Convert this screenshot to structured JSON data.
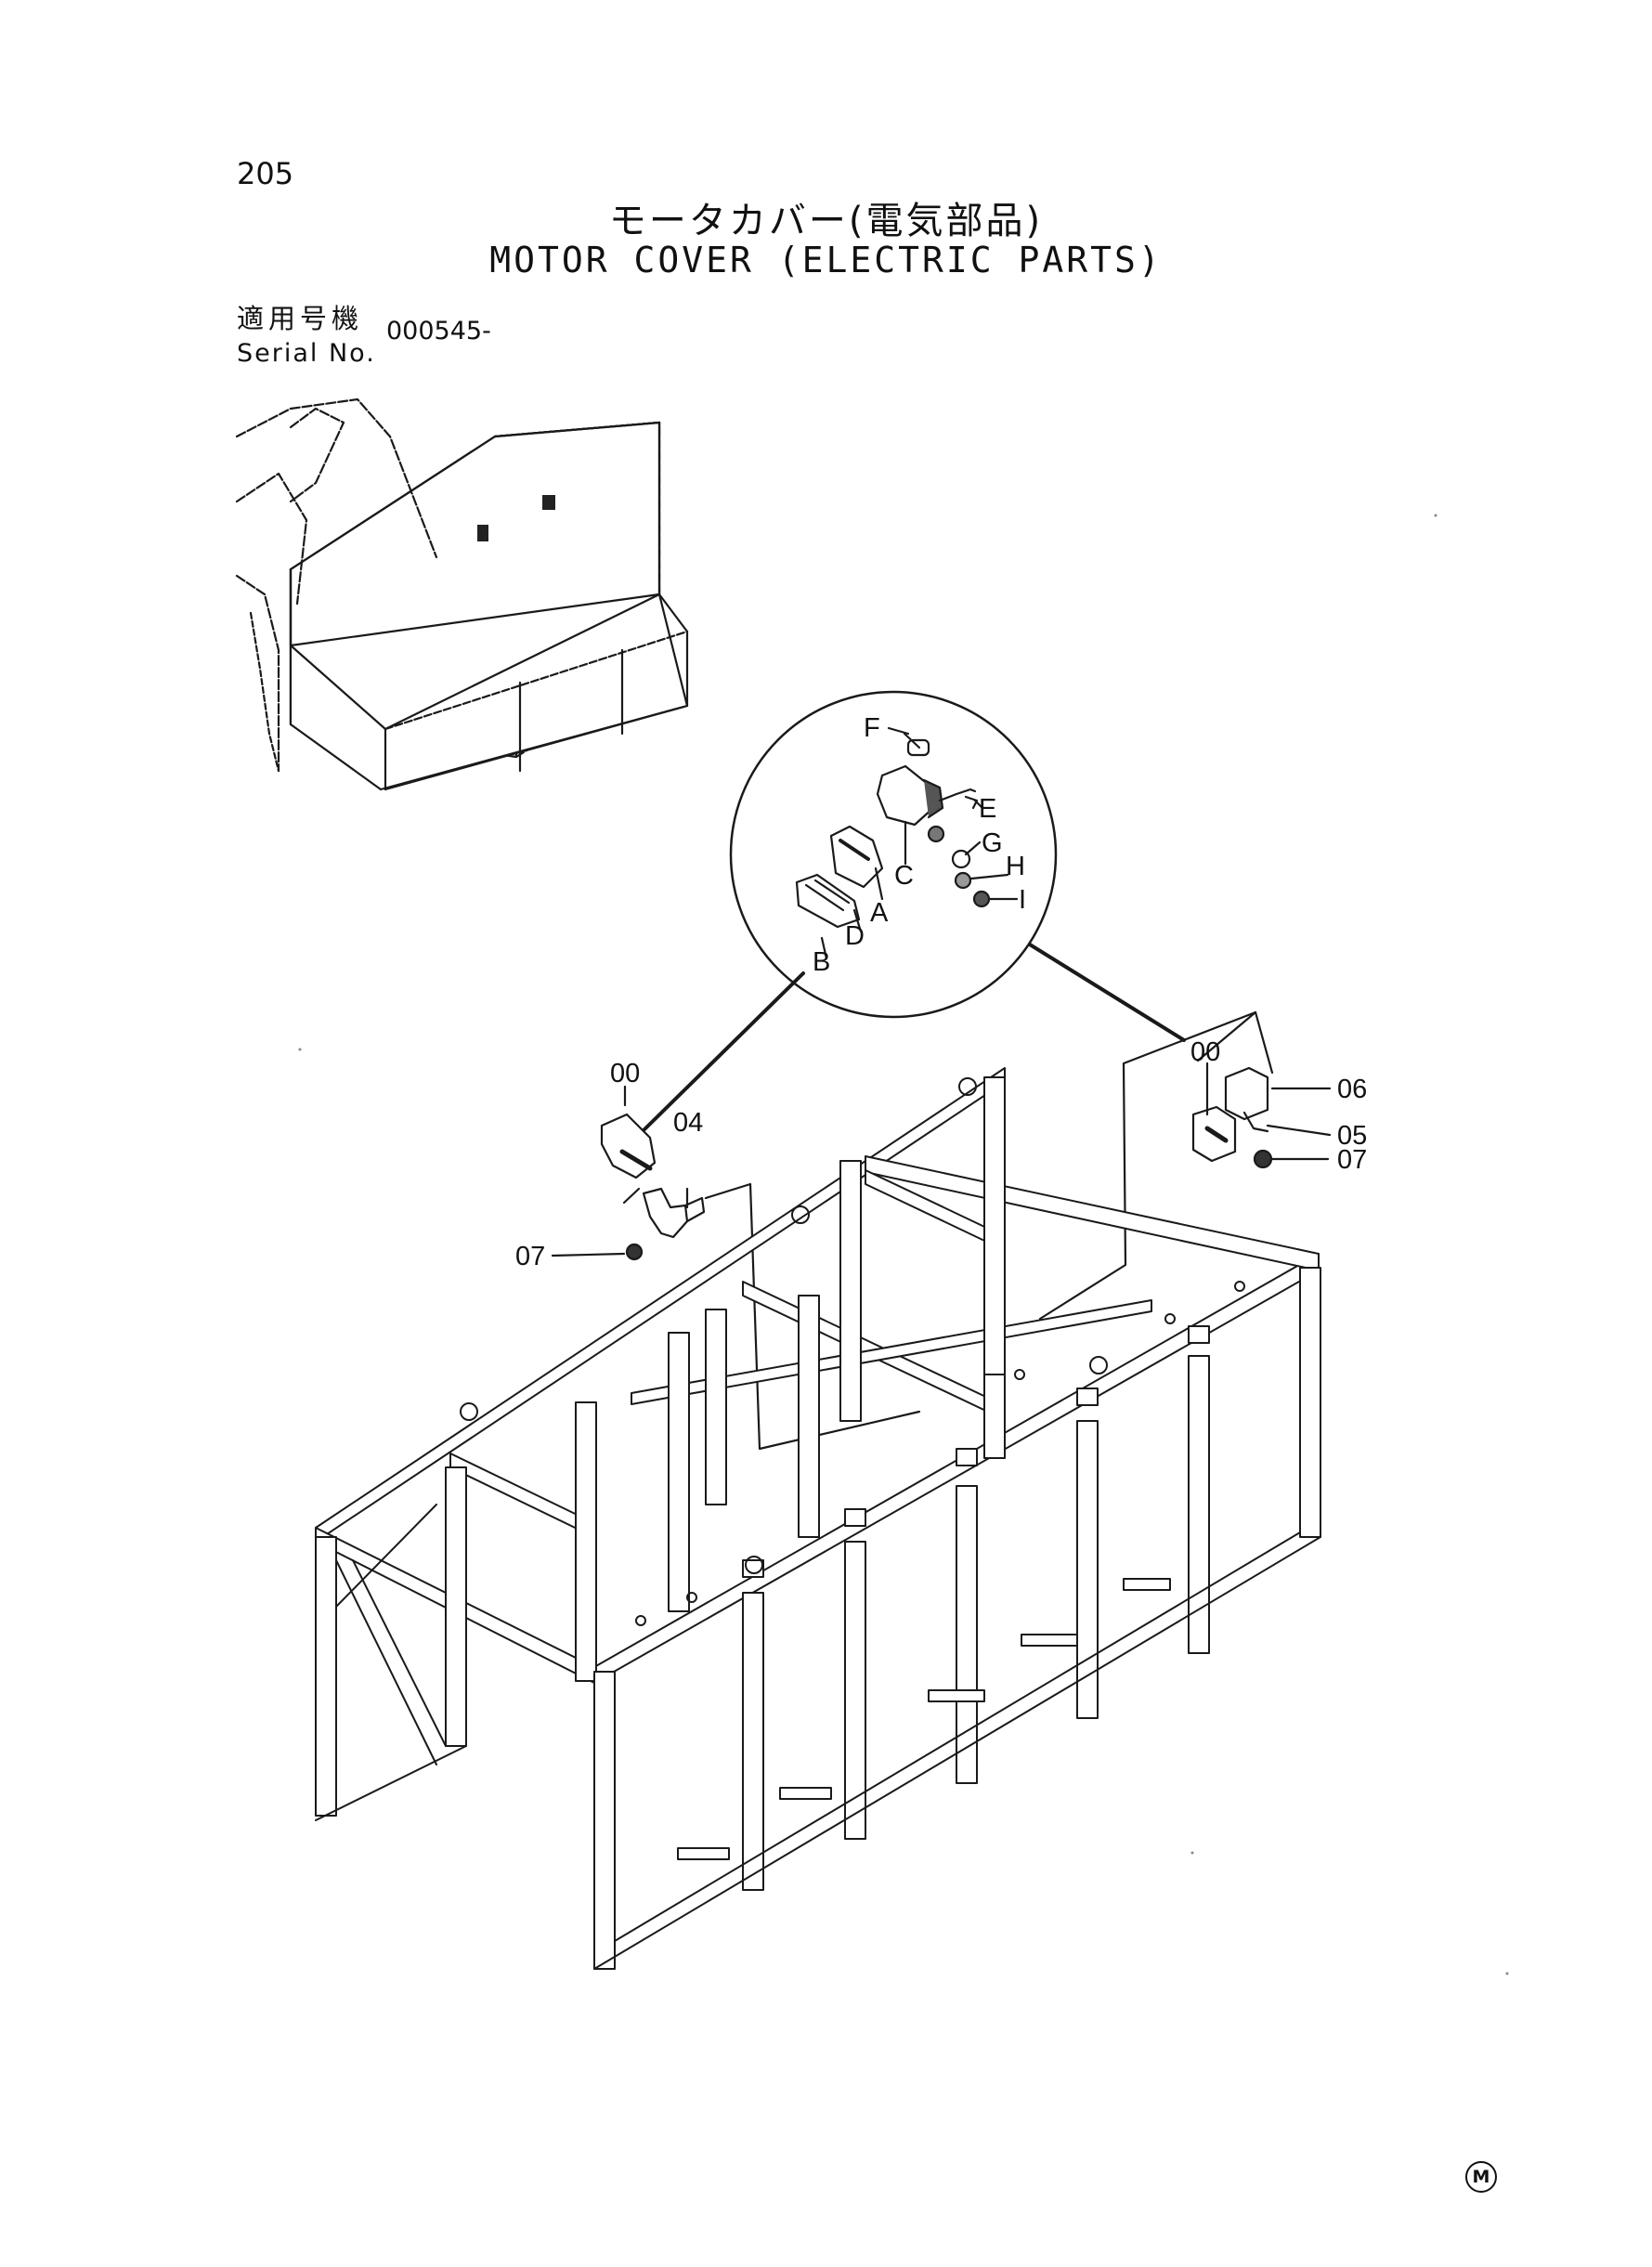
{
  "page_number": "205",
  "title_jp": "モータカバー(電気部品)",
  "title_en": "MOTOR COVER (ELECTRIC PARTS)",
  "serial_label_jp": "適用号機",
  "serial_label_en": "Serial No.",
  "serial_value": "000545-",
  "callouts": {
    "detail": {
      "F": "F",
      "E": "E",
      "G": "G",
      "H": "H",
      "C": "C",
      "A": "A",
      "I": "I",
      "D": "D",
      "B": "B"
    },
    "left": {
      "p00": "00",
      "p04": "04",
      "p07": "07"
    },
    "right": {
      "p00": "00",
      "p06": "06",
      "p05": "05",
      "p07": "07"
    }
  },
  "corner_mark": "M"
}
